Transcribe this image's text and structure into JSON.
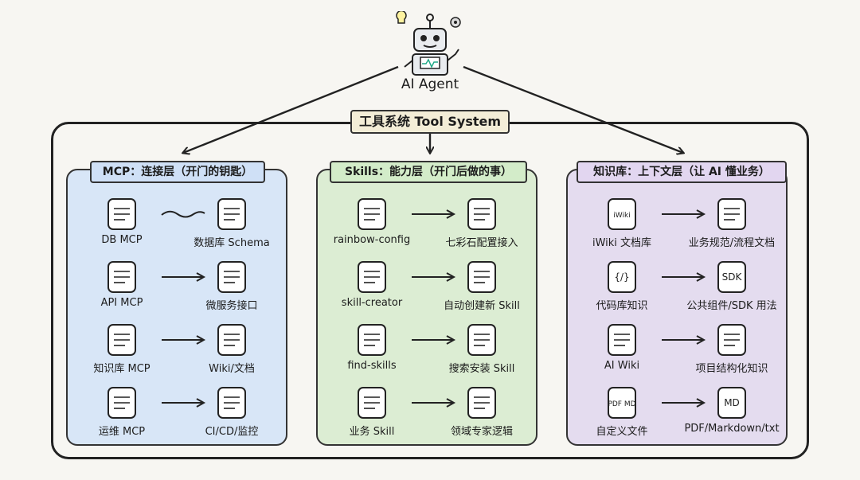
{
  "agent": {
    "label": "AI Agent",
    "icon": "robot-icon"
  },
  "system": {
    "title": "工具系统 Tool System"
  },
  "panels": [
    {
      "key": "mcp",
      "title": "MCP：连接层（开门的钥匙）",
      "color": "#d8e6f7",
      "rows": [
        {
          "left": "DB MCP",
          "left_icon": "database-gear-icon",
          "right": "数据库 Schema",
          "right_icon": "database-table-icon",
          "arrow": "wave"
        },
        {
          "left": "API MCP",
          "left_icon": "api-cloud-icon",
          "right": "微服务接口",
          "right_icon": "microservice-api-icon",
          "arrow": "straight"
        },
        {
          "left": "知识库 MCP",
          "left_icon": "word-docs-icon",
          "right": "Wiki/文档",
          "right_icon": "document-icon",
          "arrow": "straight"
        },
        {
          "left": "运维 MCP",
          "left_icon": "wrench-gear-icon",
          "right": "CI/CD/监控",
          "right_icon": "pipeline-gears-icon",
          "arrow": "straight"
        }
      ]
    },
    {
      "key": "skills",
      "title": "Skills：能力层（开门后做的事）",
      "color": "#dcedd3",
      "rows": [
        {
          "left": "rainbow-config",
          "left_icon": "rainbow-icon",
          "right": "七彩石配置接入",
          "right_icon": "cloud-config-icon",
          "arrow": "straight"
        },
        {
          "left": "skill-creator",
          "left_icon": "robot-arm-icon",
          "right": "自动创建新 Skill",
          "right_icon": "box-star-icon",
          "arrow": "straight"
        },
        {
          "left": "find-skills",
          "left_icon": "search-icon",
          "right": "搜索安装 Skill",
          "right_icon": "checklist-window-icon",
          "arrow": "straight"
        },
        {
          "left": "业务 Skill",
          "left_icon": "person-idea-icon",
          "right": "领域专家逻辑",
          "right_icon": "brain-icon",
          "arrow": "straight"
        }
      ]
    },
    {
      "key": "kb",
      "title": "知识库：上下文层（让 AI 懂业务）",
      "color": "#e4dcef",
      "rows": [
        {
          "left": "iWiki 文档库",
          "left_icon": "iwiki-book-icon",
          "left_icon_text": "iWiki",
          "right": "业务规范/流程文档",
          "right_icon": "flowchart-doc-icon",
          "arrow": "straight"
        },
        {
          "left": "代码库知识",
          "left_icon": "code-window-icon",
          "left_icon_text": "{/}",
          "right": "公共组件/SDK 用法",
          "right_icon": "sdk-icon",
          "right_icon_text": "SDK",
          "arrow": "straight"
        },
        {
          "left": "AI Wiki",
          "left_icon": "brain-circuit-icon",
          "right": "项目结构化知识",
          "right_icon": "hierarchy-icon",
          "arrow": "straight"
        },
        {
          "left": "自定义文件",
          "left_icon": "folder-files-icon",
          "left_icon_text": "PDF MD",
          "right": "PDF/Markdown/txt",
          "right_icon": "files-stack-icon",
          "right_icon_text": "MD",
          "arrow": "straight"
        }
      ]
    }
  ]
}
